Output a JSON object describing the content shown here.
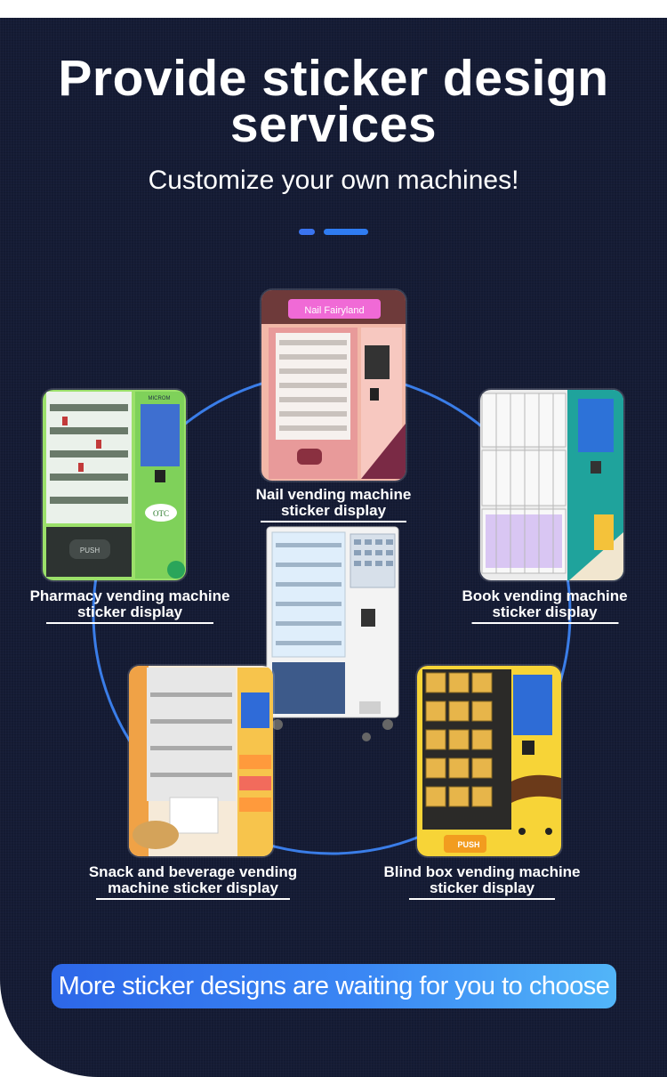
{
  "header": {
    "title_line1": "Provide sticker design",
    "title_line2": "services",
    "subtitle": "Customize your own machines!"
  },
  "colors": {
    "background": "#151c35",
    "accent": "#2f7cf2",
    "ring": "#3a7de8"
  },
  "machines": [
    {
      "id": "nail",
      "label_line1": "Nail vending machine",
      "label_line2": "sticker display",
      "sign_text": "Nail Fairyland"
    },
    {
      "id": "pharmacy",
      "label_line1": "Pharmacy vending machine",
      "label_line2": "sticker display",
      "brand_text": "MICROM",
      "badge_text": "OTC",
      "push_text": "PUSH"
    },
    {
      "id": "book",
      "label_line1": "Book vending machine",
      "label_line2": "sticker display"
    },
    {
      "id": "snack",
      "label_line1": "Snack and beverage vending",
      "label_line2": "machine sticker display"
    },
    {
      "id": "blindbox",
      "label_line1": "Blind box vending machine",
      "label_line2": "sticker display",
      "push_text": "PUSH"
    }
  ],
  "cta": {
    "text": "More sticker designs  are  waiting for you to choose"
  }
}
